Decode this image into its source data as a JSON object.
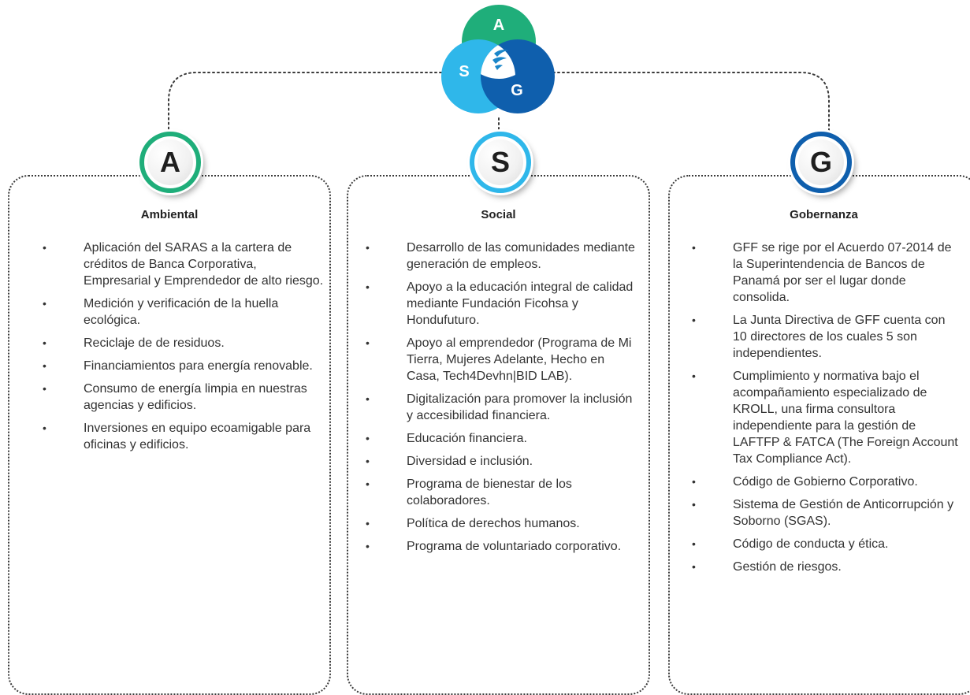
{
  "logo": {
    "letters": {
      "a": "A",
      "s": "S",
      "g": "G"
    },
    "colors": {
      "green": "#1fae7a",
      "sky": "#2fb7ea",
      "navy": "#0f5fad"
    }
  },
  "panels": [
    {
      "letter": "A",
      "title": "Ambiental",
      "color": "#1fae7a",
      "items": [
        "Aplicación del SARAS a la cartera de créditos de Banca Corporativa, Empresarial y Emprendedor de alto riesgo.",
        "Medición y verificación de la huella ecológica.",
        "Reciclaje de de residuos.",
        "Financiamientos para energía renovable.",
        "Consumo de energía limpia en nuestras agencias y edificios.",
        "Inversiones en equipo ecoamigable para oficinas y edificios."
      ]
    },
    {
      "letter": "S",
      "title": "Social",
      "color": "#2fb7ea",
      "items": [
        "Desarrollo de las comunidades mediante generación de empleos.",
        "Apoyo a la educación integral de calidad mediante Fundación Ficohsa y Hondufuturo.",
        "Apoyo al emprendedor (Programa de Mi Tierra, Mujeres Adelante, Hecho en Casa, Tech4Devhn|BID LAB).",
        "Digitalización para promover la inclusión y accesibilidad financiera.",
        "Educación financiera.",
        "Diversidad e inclusión.",
        "Programa de bienestar de los colaboradores.",
        "Política de derechos humanos.",
        "Programa de voluntariado corporativo."
      ]
    },
    {
      "letter": "G",
      "title": "Gobernanza",
      "color": "#0f5fad",
      "items": [
        "GFF se rige por el Acuerdo 07-2014 de la Superintendencia de Bancos de Panamá por ser el lugar donde consolida.",
        "La Junta Directiva de GFF cuenta con 10 directores de los cuales 5 son independientes.",
        "Cumplimiento y normativa bajo el acompañamiento especializado de KROLL, una firma consultora independiente para la gestión de LAFTFP & FATCA (The Foreign Account Tax Compliance Act).",
        "Código de Gobierno Corporativo.",
        "Sistema de Gestión de Anticorrupción y Soborno (SGAS).",
        "Código de conducta y ética.",
        "Gestión de riesgos."
      ]
    }
  ]
}
